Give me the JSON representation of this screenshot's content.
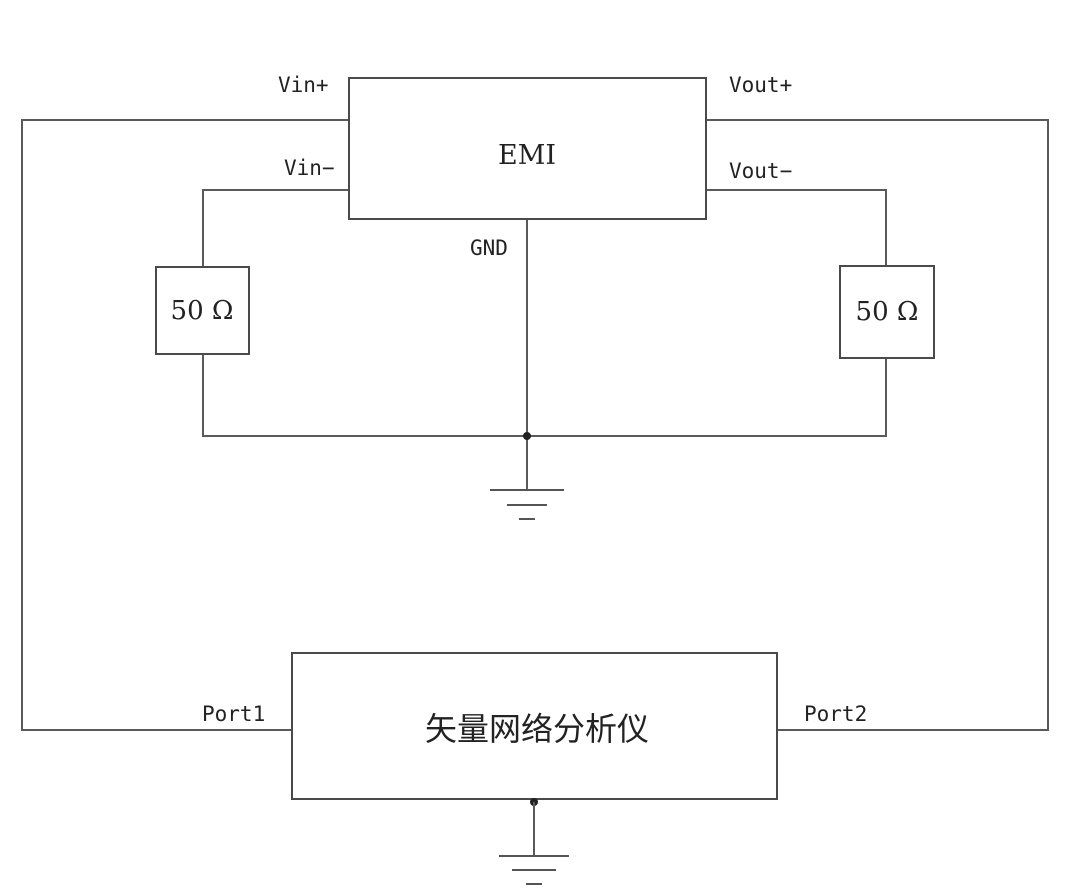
{
  "diagram": {
    "emi_box": {
      "label": "EMI"
    },
    "analyzer_box": {
      "label": "矢量网络分析仪"
    },
    "pins": {
      "vin_plus": "Vin+",
      "vin_minus": "Vin−",
      "vout_plus": "Vout+",
      "vout_minus": "Vout−",
      "gnd": "GND",
      "port1": "Port1",
      "port2": "Port2"
    },
    "resistors": [
      {
        "label": "50 Ω"
      },
      {
        "label": "50 Ω"
      }
    ],
    "colors": {
      "line": "#5a5a5a",
      "text": "#222222",
      "background": "#ffffff"
    }
  }
}
